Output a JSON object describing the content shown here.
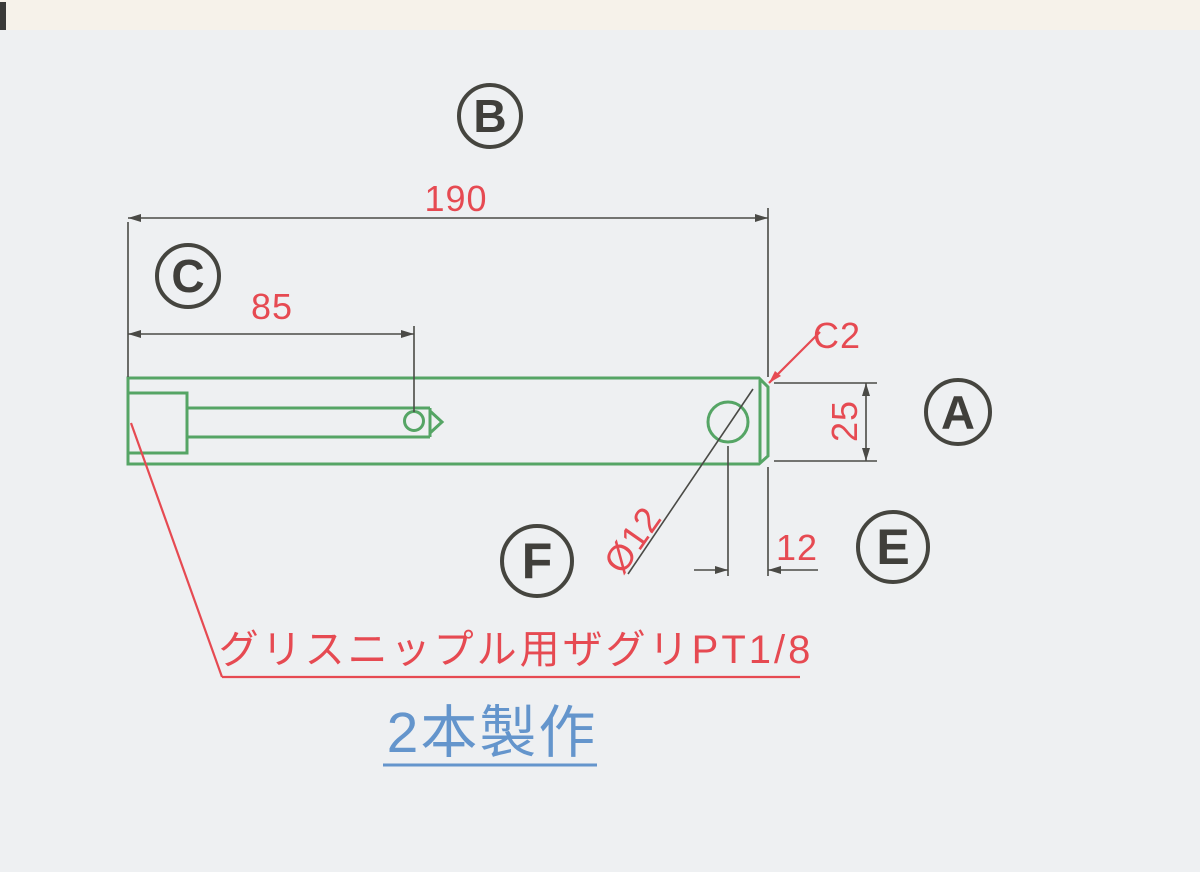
{
  "drawing": {
    "balloons": [
      {
        "label": "B"
      },
      {
        "label": "C"
      },
      {
        "label": "A"
      },
      {
        "label": "E"
      },
      {
        "label": "F"
      }
    ],
    "dimensions": {
      "total_length": "190",
      "hole_position": "85",
      "chamfer": "C2",
      "bar_height": "25",
      "hole_edge_distance": "12",
      "hole_diameter": "Ø12"
    },
    "notes": {
      "counterbore_note": "グリスニップル用ザグリPT1/8",
      "quantity_note": "2本製作"
    },
    "colors": {
      "part_outline_green": "#55a565",
      "dimension_red": "#e64a52",
      "note_blue": "#6495cc",
      "line_dark": "#4a4a46",
      "paper": "#eef0f2"
    }
  }
}
